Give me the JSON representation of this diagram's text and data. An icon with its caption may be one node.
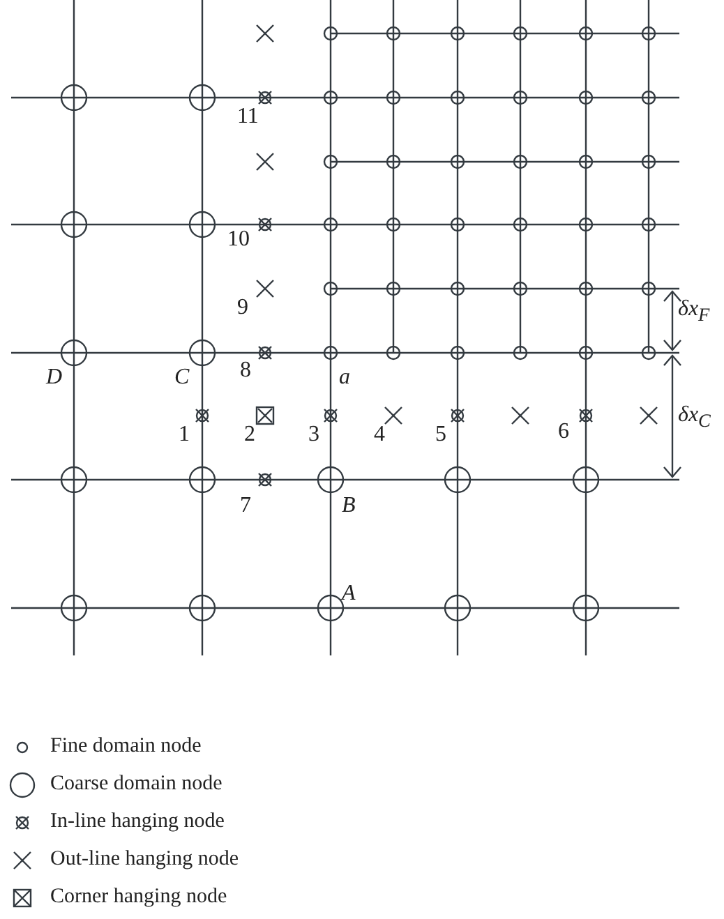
{
  "diagram": {
    "labels": [
      "11",
      "10",
      "9",
      "δx$_{F}$",
      "D",
      "C",
      "8",
      "a",
      "δx$_{C}$",
      "1",
      "2",
      "3",
      "4",
      "5",
      "6",
      "7",
      "B",
      "A"
    ],
    "legend": [
      {
        "text": "Fine domain node"
      },
      {
        "text": "Coarse domain node"
      },
      {
        "text": "In-line hanging node"
      },
      {
        "text": "Out-line hanging node"
      },
      {
        "text": "Corner hanging node"
      }
    ]
  }
}
